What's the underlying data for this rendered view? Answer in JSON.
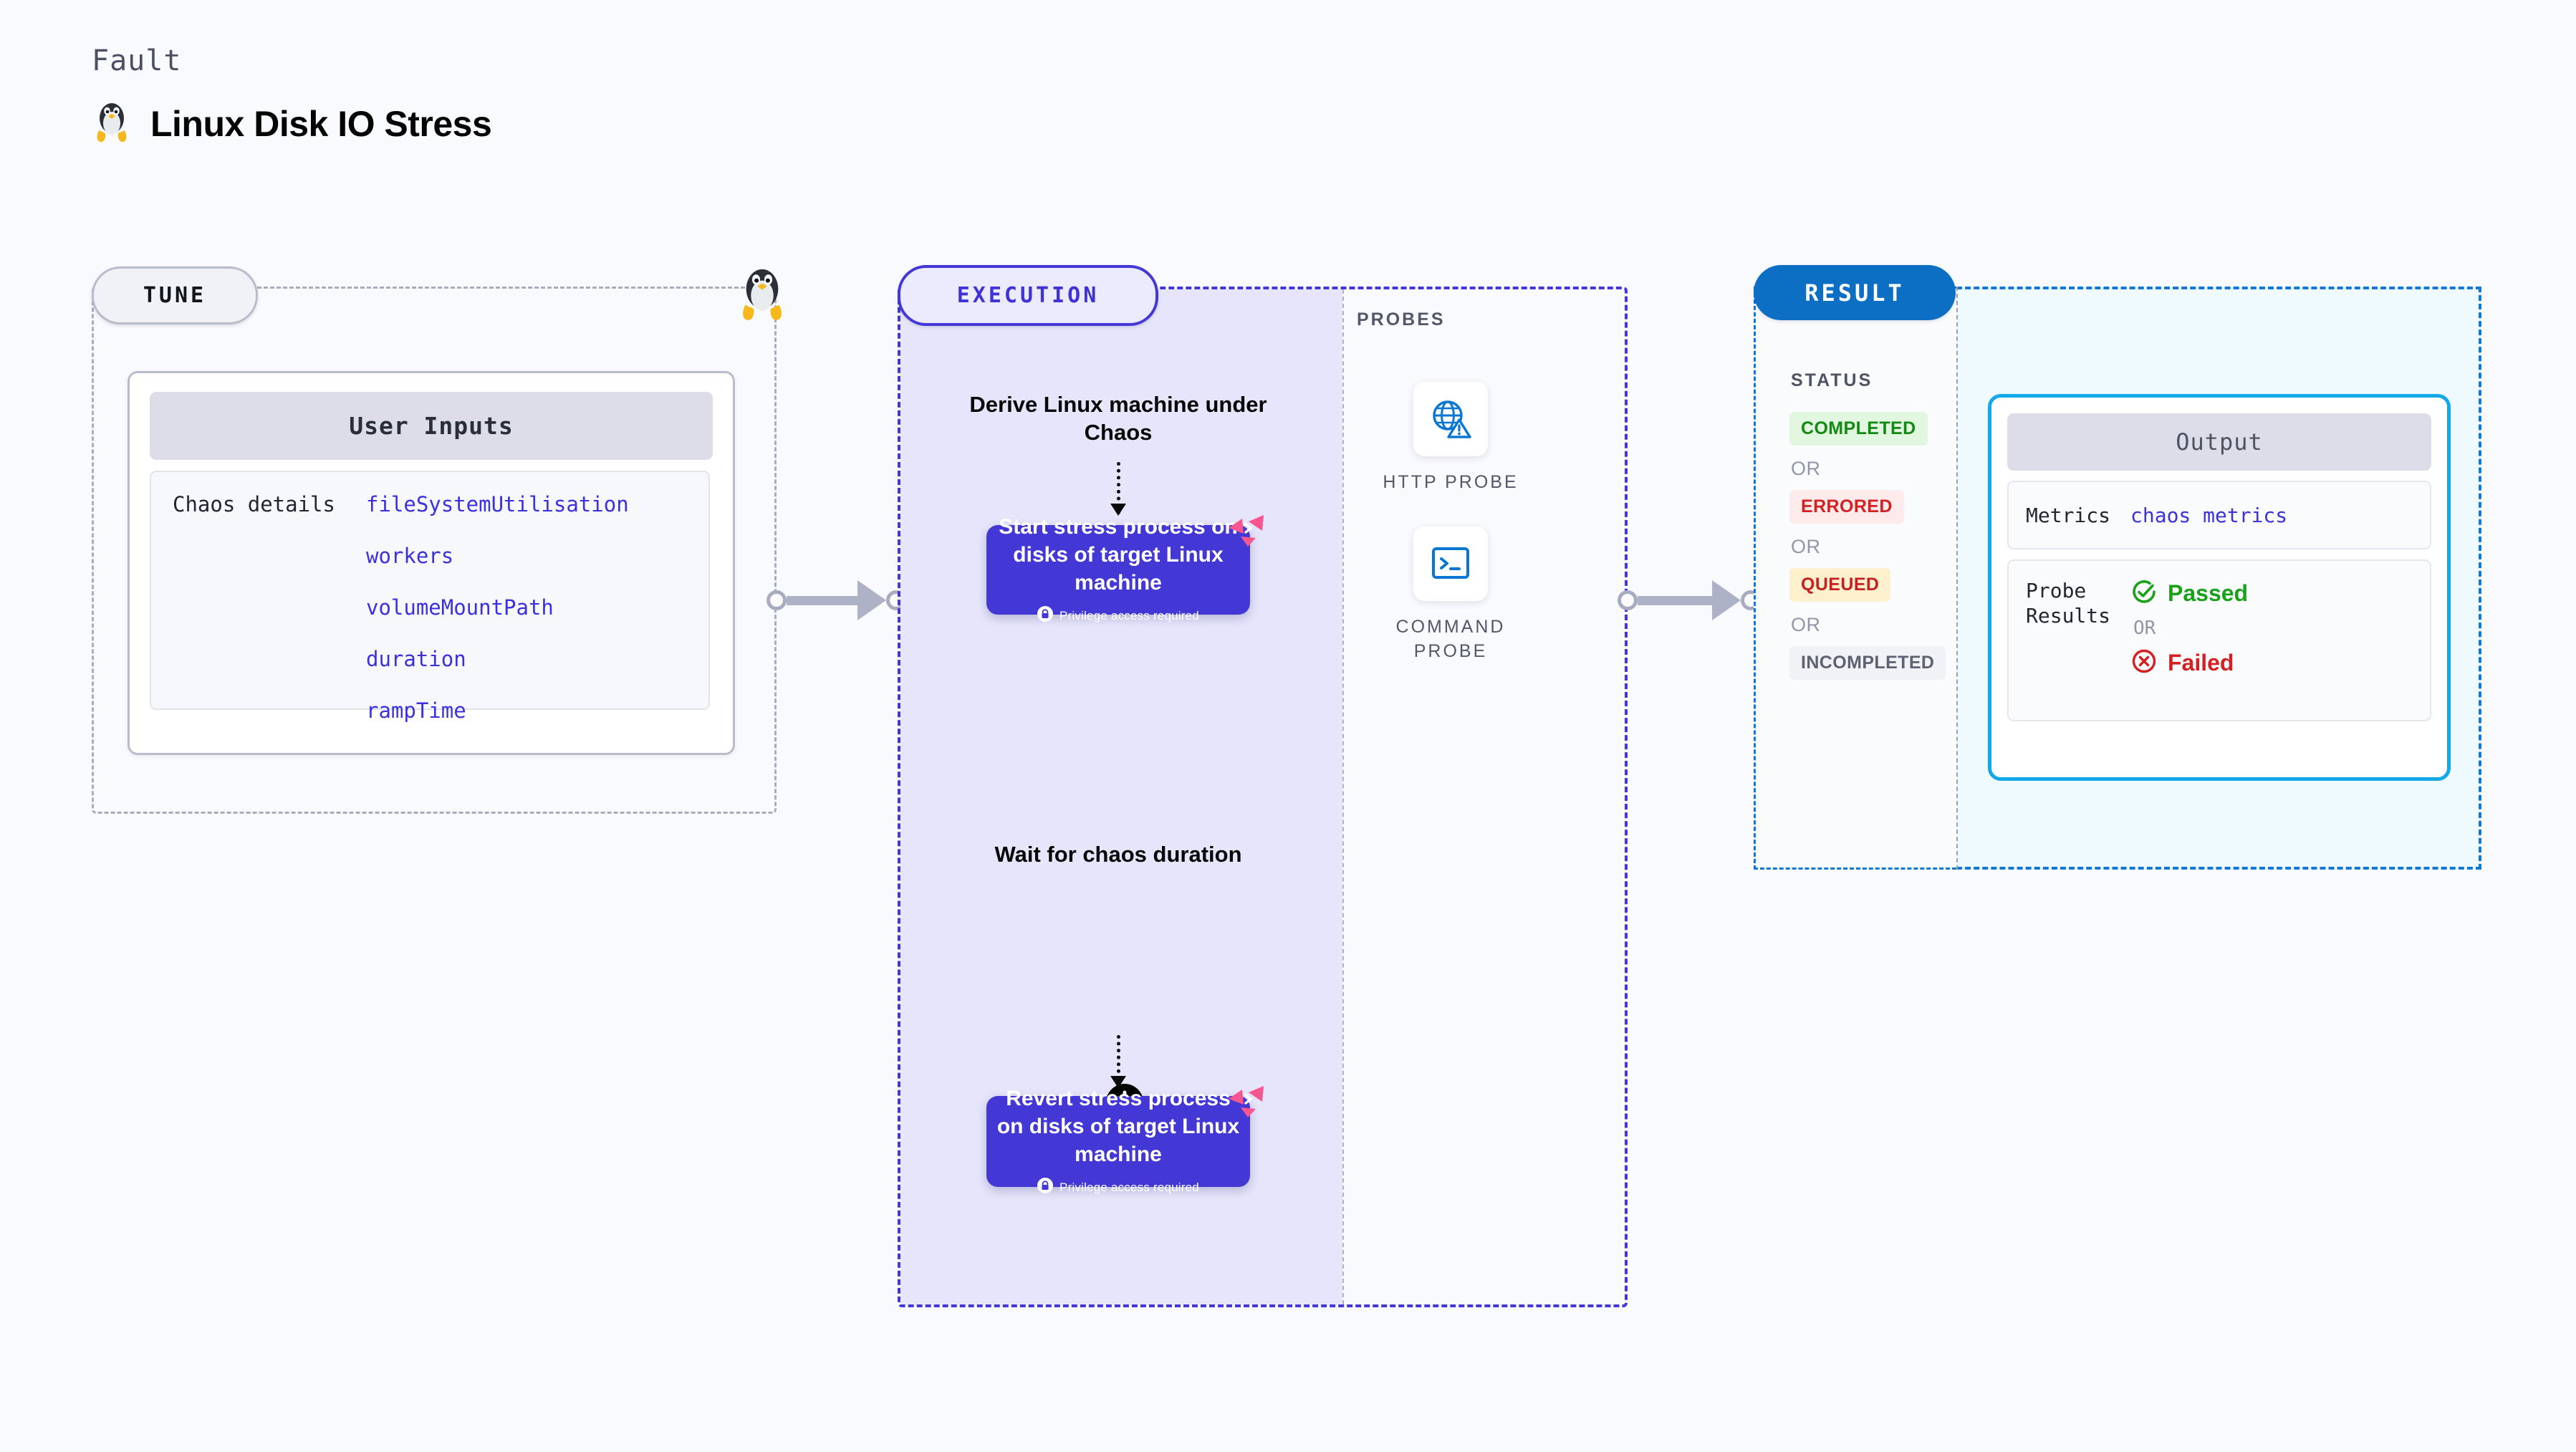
{
  "header": {
    "kicker": "Fault",
    "title": "Linux Disk IO Stress",
    "icon": "linux-tux-icon"
  },
  "tune": {
    "pill_label": "TUNE",
    "corner_icon": "linux-tux-icon",
    "card": {
      "heading": "User Inputs",
      "row_label": "Chaos details",
      "params": [
        "fileSystemUtilisation",
        "workers",
        "volumeMountPath",
        "duration",
        "rampTime"
      ]
    }
  },
  "execution": {
    "pill_label": "EXECUTION",
    "steps": [
      {
        "type": "title",
        "text": "Derive Linux machine under Chaos"
      },
      {
        "type": "action",
        "text": "Start stress process on disks of target Linux machine",
        "privilege_note": "Privilege access required",
        "privilege_icon": "lock-icon",
        "badge_icon": "litmus-logo-icon"
      },
      {
        "type": "wait",
        "icon": "clock-icon",
        "text": "Wait for chaos duration"
      },
      {
        "type": "action",
        "text": "Revert stress process on disks of target Linux machine",
        "privilege_note": "Privilege access required",
        "privilege_icon": "lock-icon",
        "badge_icon": "litmus-logo-icon"
      }
    ]
  },
  "probes": {
    "label": "PROBES",
    "items": [
      {
        "caption": "HTTP PROBE",
        "icon": "globe-warning-icon"
      },
      {
        "caption": "COMMAND PROBE",
        "icon": "terminal-prompt-icon"
      }
    ]
  },
  "result": {
    "pill_label": "RESULT",
    "status_label": "STATUS",
    "or_label": "OR",
    "statuses": [
      {
        "label": "COMPLETED",
        "color": "#128a12",
        "bg": "#e2f7e0"
      },
      {
        "label": "ERRORED",
        "color": "#d42020",
        "bg": "#fdeaea"
      },
      {
        "label": "QUEUED",
        "color": "#c62020",
        "bg": "#fcf0cd"
      },
      {
        "label": "INCOMPLETED",
        "color": "#5d6173",
        "bg": "#f1f2f6"
      }
    ],
    "output": {
      "heading": "Output",
      "metrics_key": "Metrics",
      "metrics_value": "chaos metrics",
      "probe_results_key": "Probe Results",
      "passed_label": "Passed",
      "passed_icon": "check-circle-icon",
      "or_label": "OR",
      "failed_label": "Failed",
      "failed_icon": "x-circle-icon"
    }
  },
  "connectors": {
    "tune_to_execution": "arrow-right",
    "execution_to_result": "arrow-right"
  },
  "colors": {
    "page_bg": "#f9fafd",
    "tune_border": "#a7adbd",
    "execution_border": "#4338d6",
    "execution_fill": "#e6e5fb",
    "result_border": "#1278d4",
    "result_pill": "#0c6fc4",
    "output_border": "#13a8e8",
    "output_fill": "#eefaff",
    "accent_link": "#3b30e0",
    "litmus_pink": "#f7568f"
  }
}
